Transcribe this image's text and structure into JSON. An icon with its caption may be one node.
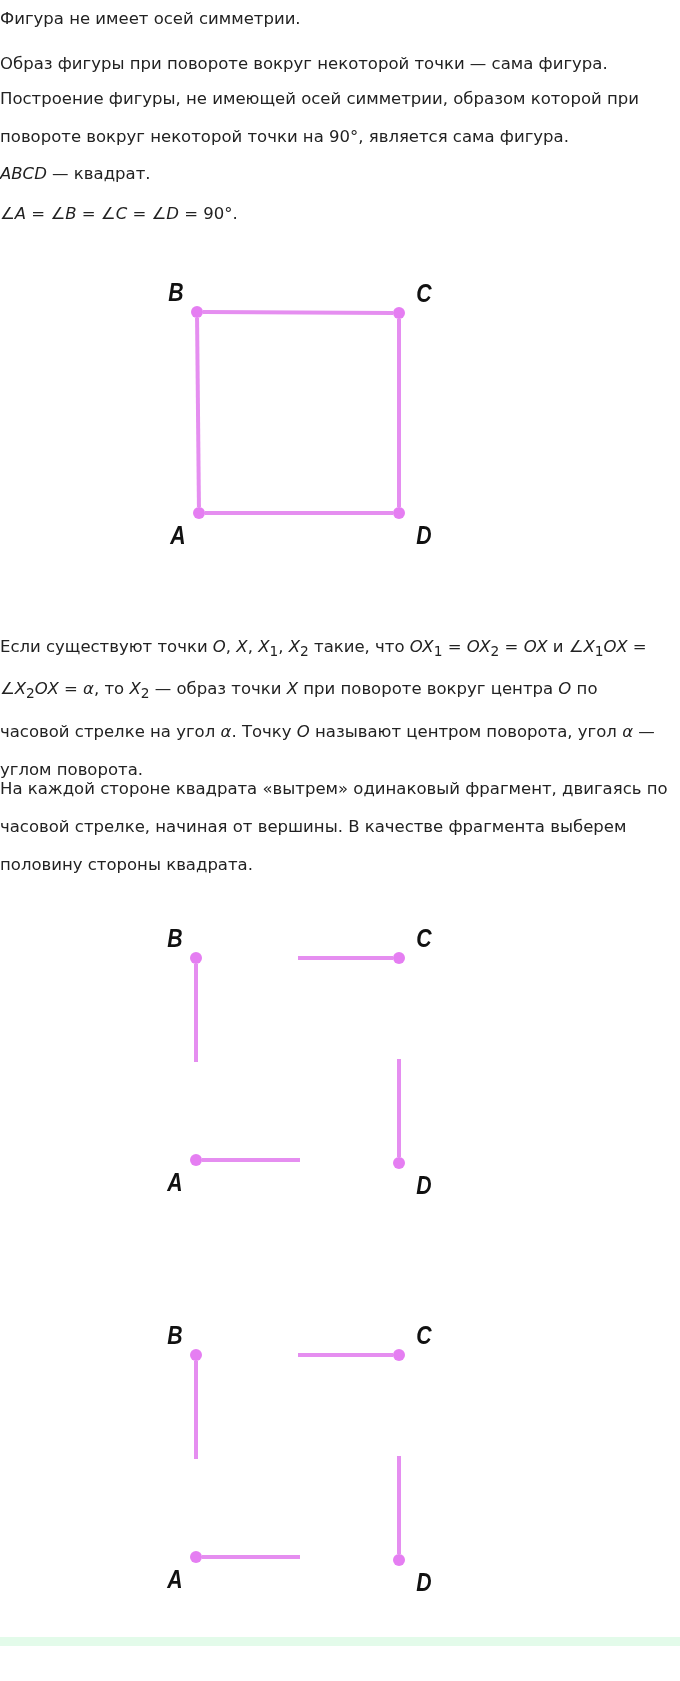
{
  "diagram": {
    "nodes": [
      {
        "text": [
          "B"
        ]
      },
      {
        "text": [
          "C"
        ]
      },
      {
        "text": [
          "A"
        ]
      },
      {
        "text": [
          "D"
        ]
      },
      {
        "text": [
          "B"
        ]
      },
      {
        "text": [
          "C"
        ]
      },
      {
        "text": [
          "A"
        ]
      },
      {
        "text": [
          "D"
        ]
      },
      {
        "text": [
          "B"
        ]
      },
      {
        "text": [
          "C"
        ]
      },
      {
        "text": [
          "A"
        ]
      },
      {
        "text": [
          "D"
        ]
      }
    ],
    "edges": [
      {
        "from": 2,
        "to": 0,
        "arrow": "none"
      },
      {
        "from": 0,
        "to": 1,
        "arrow": "none"
      },
      {
        "from": 1,
        "to": 3,
        "arrow": "none"
      },
      {
        "from": 3,
        "to": 2,
        "arrow": "none"
      },
      {
        "from": 4,
        "to": null,
        "arrow": "none"
      },
      {
        "from": 5,
        "to": null,
        "arrow": "none"
      },
      {
        "from": 6,
        "to": null,
        "arrow": "none"
      },
      {
        "from": 7,
        "to": null,
        "arrow": "none"
      },
      {
        "from": 8,
        "to": null,
        "arrow": "none"
      },
      {
        "from": 9,
        "to": null,
        "arrow": "none"
      },
      {
        "from": 10,
        "to": null,
        "arrow": "none"
      },
      {
        "from": 11,
        "to": null,
        "arrow": "none"
      }
    ],
    "labels": [
      "Фигура не имеет осей симметрии.",
      "Образ фигуры при повороте вокруг некоторой точки — сама фигура.",
      "Построение фигуры, не имеющей осей симметрии, образом которой при повороте вокруг некоторой точки на 90°, является сама фигура.",
      "*ABCD* — квадрат.",
      "∠*A* = ∠*B* = ∠*C* = ∠*D* = 90°.",
      "Если существуют точки *O*, *X*, *X*$_{1}$, *X*$_{2}$ такие, что *OX*$_{1}$ = *OX*$_{2}$ = *OX* и ∠*X*$_{1}$*OX* = ∠*X*$_{2}$*OX* = *α*, то *X*$_{2}$ — образ точки *X* при повороте вокруг центра *O* по часовой стрелке на угол *α*. Точку *O* называют центром поворота, угол *α* — углом поворота.",
      "На каждой стороне квадрата «вытрем» одинаковый фрагмент, двигаясь по часовой стрелке, начиная от вершины. В качестве фрагмента выберем половину стороны квадрата."
    ]
  }
}
